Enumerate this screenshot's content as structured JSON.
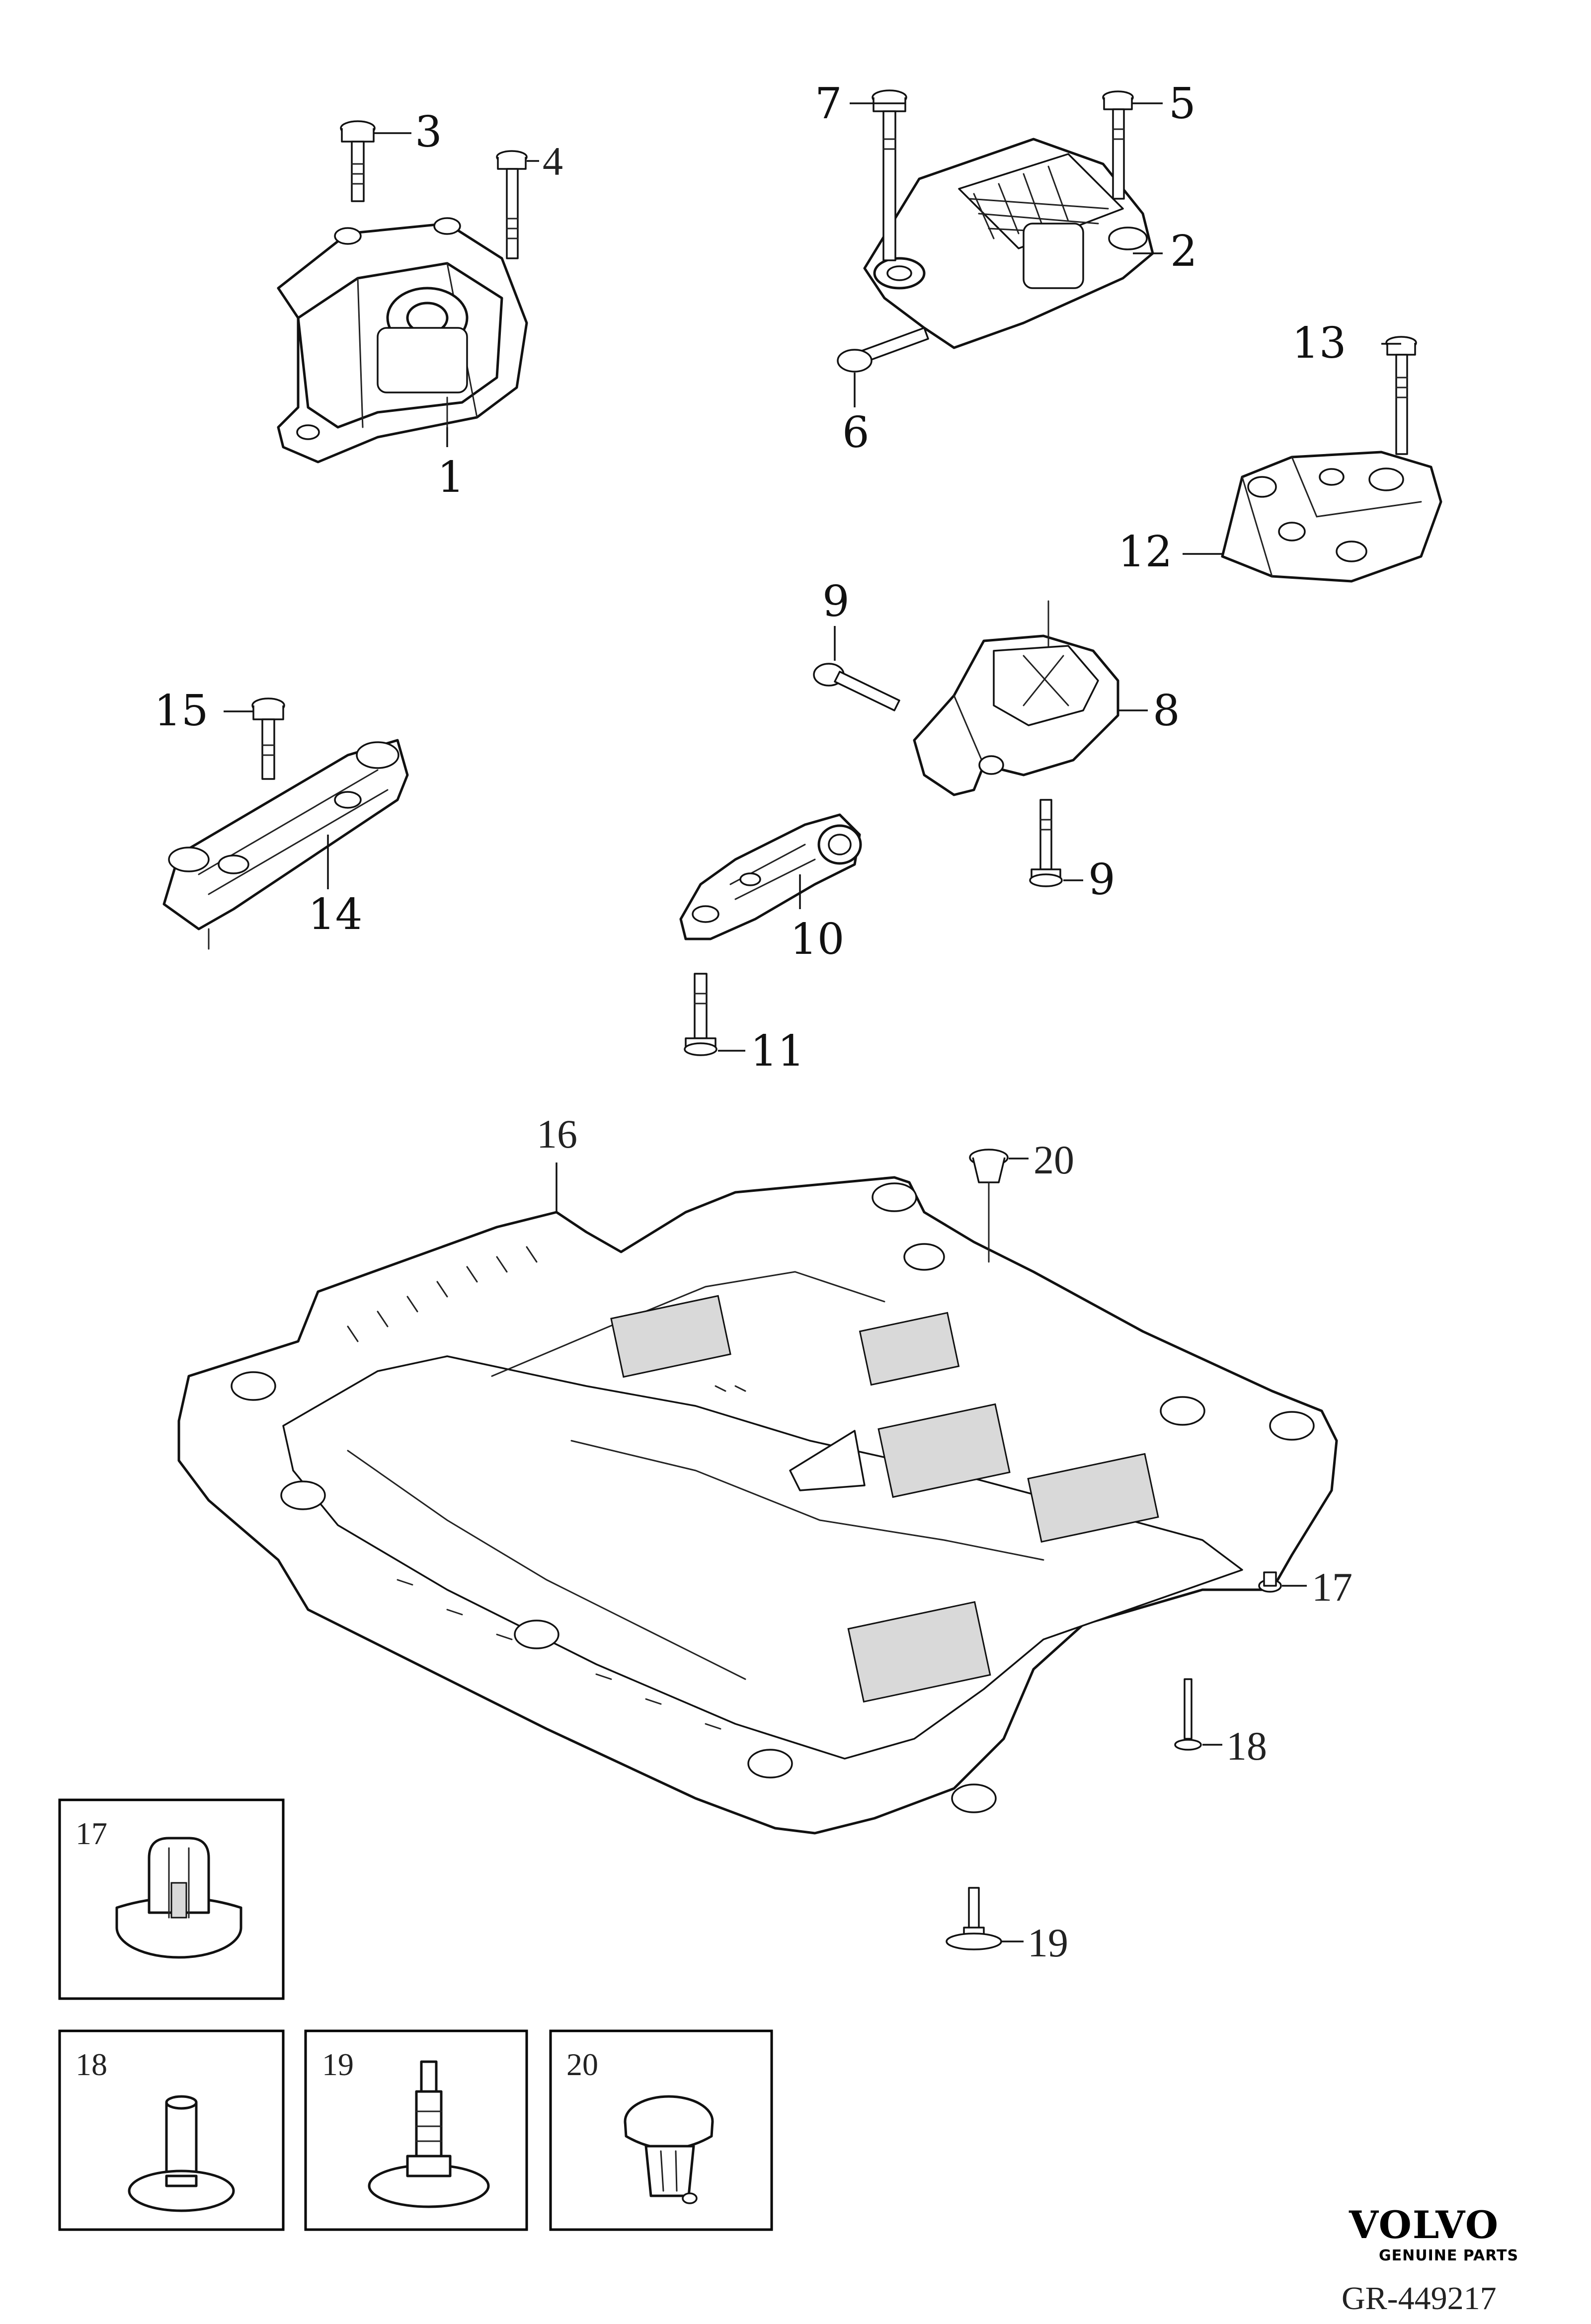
{
  "callouts": {
    "c1": "1",
    "c2": "2",
    "c3": "3",
    "c4": "4",
    "c5": "5",
    "c6": "6",
    "c7": "7",
    "c8": "8",
    "c9a": "9",
    "c9b": "9",
    "c10": "10",
    "c11": "11",
    "c12": "12",
    "c13": "13",
    "c14": "14",
    "c15": "15",
    "c16": "16",
    "c17": "17",
    "c18": "18",
    "c19": "19",
    "c20": "20"
  },
  "detail_boxes": {
    "b17": "17",
    "b18": "18",
    "b19": "19",
    "b20": "20"
  },
  "brand": {
    "name": "VOLVO",
    "tagline": "GENUINE PARTS"
  },
  "reference": "GR-449217"
}
